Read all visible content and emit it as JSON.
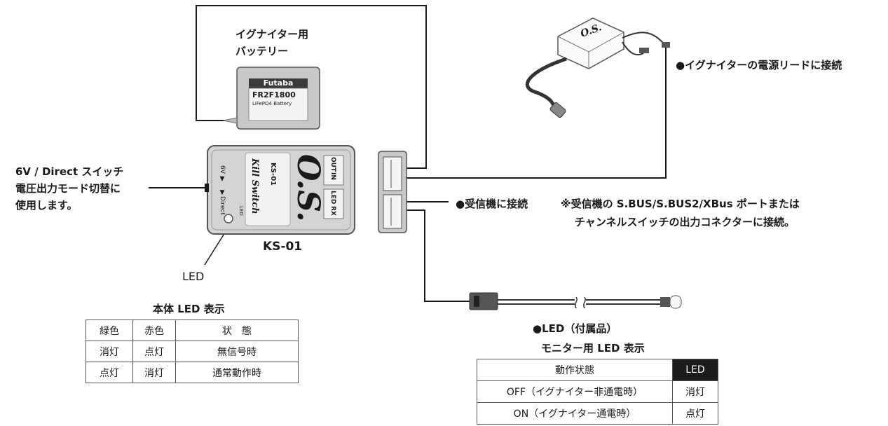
{
  "labels": {
    "battery_line1": "イグナイター用",
    "battery_line2": "バッテリー",
    "battery_brand": "Futaba",
    "battery_model": "FR2F1800",
    "battery_type": "LiFePO4 Battery",
    "ignition_lead": "●イグナイターの電源リードに接続",
    "ignitor_brand": "O.S.",
    "switch_note_line1": "6V / Direct スイッチ",
    "switch_note_line2": "電圧出力モード切替に",
    "switch_note_line3": "使用します。",
    "device_brand": "O.S.",
    "device_script": "Kill Switch",
    "device_model_small": "KS-01",
    "device_port_out": "OUT",
    "device_port_in": "IN",
    "device_port_led": "LED",
    "device_port_rx": "RX",
    "device_6v": "6V ▼",
    "device_direct": "▼Direct",
    "device_led_small": "LED",
    "device_name": "KS-01",
    "receiver_connect": "●受信機に接続",
    "receiver_note_line1": "※受信機の S.BUS/S.BUS2/XBus ポートまたは",
    "receiver_note_line2": "チャンネルスイッチの出力コネクターに接続。",
    "led_pointer": "LED",
    "led_accessory": "●LED（付属品）"
  },
  "table_body_led": {
    "caption": "本体 LED 表示",
    "headers": [
      "緑色",
      "赤色",
      "状　態"
    ],
    "rows": [
      [
        "消灯",
        "点灯",
        "無信号時"
      ],
      [
        "点灯",
        "消灯",
        "通常動作時"
      ]
    ]
  },
  "table_monitor_led": {
    "caption": "モニター用 LED 表示",
    "headers": [
      "動作状態",
      "LED"
    ],
    "rows": [
      [
        "OFF（イグナイター非通電時）",
        "消灯"
      ],
      [
        "ON（イグナイター通電時）",
        "点灯"
      ]
    ]
  },
  "colors": {
    "line": "#1a1a1a",
    "device_body": "#d4d4d4",
    "battery_body": "#c8c8c8",
    "header_dark": "#1a1a1a"
  }
}
